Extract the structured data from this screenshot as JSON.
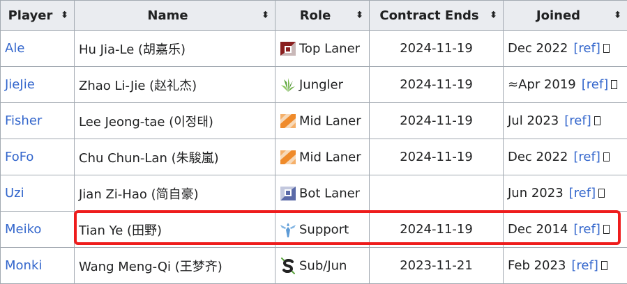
{
  "headers": {
    "player": "Player",
    "name": "Name",
    "role": "Role",
    "contract": "Contract Ends",
    "joined": "Joined",
    "sort_glyph": "⬍"
  },
  "rows": [
    {
      "player": "Ale",
      "name": "Hu Jia-Le (胡嘉乐)",
      "role": "Top Laner",
      "role_icon": "top-laner-icon",
      "contract": "2024-11-19",
      "joined": "Dec 2022",
      "ref": "[ref]"
    },
    {
      "player": "JieJie",
      "name": "Zhao Li-Jie (赵礼杰)",
      "role": "Jungler",
      "role_icon": "jungler-icon",
      "contract": "2024-11-19",
      "joined": "≈Apr 2019",
      "ref": "[ref]"
    },
    {
      "player": "Fisher",
      "name": "Lee Jeong-tae (이정태)",
      "role": "Mid Laner",
      "role_icon": "mid-laner-icon",
      "contract": "2024-11-19",
      "joined": "Jul 2023",
      "ref": "[ref]"
    },
    {
      "player": "FoFo",
      "name": "Chu Chun-Lan (朱駿嵐)",
      "role": "Mid Laner",
      "role_icon": "mid-laner-icon",
      "contract": "2024-11-19",
      "joined": "Dec 2022",
      "ref": "[ref]"
    },
    {
      "player": "Uzi",
      "name": "Jian Zi-Hao (简自豪)",
      "role": "Bot Laner",
      "role_icon": "bot-laner-icon",
      "contract": "",
      "joined": "Jun 2023",
      "ref": "[ref]"
    },
    {
      "player": "Meiko",
      "name": "Tian Ye (田野)",
      "role": "Support",
      "role_icon": "support-icon",
      "contract": "2024-11-19",
      "joined": "Dec 2014",
      "ref": "[ref]"
    },
    {
      "player": "Monki",
      "name": "Wang Meng-Qi (王梦齐)",
      "role": "Sub/Jun",
      "role_icon": "sub-jungler-icon",
      "contract": "2023-11-21",
      "joined": "Feb 2023",
      "ref": "[ref]"
    }
  ],
  "highlight_color": "#ee1c1c",
  "link_color": "#3366cc",
  "header_bg": "#eaecf0"
}
